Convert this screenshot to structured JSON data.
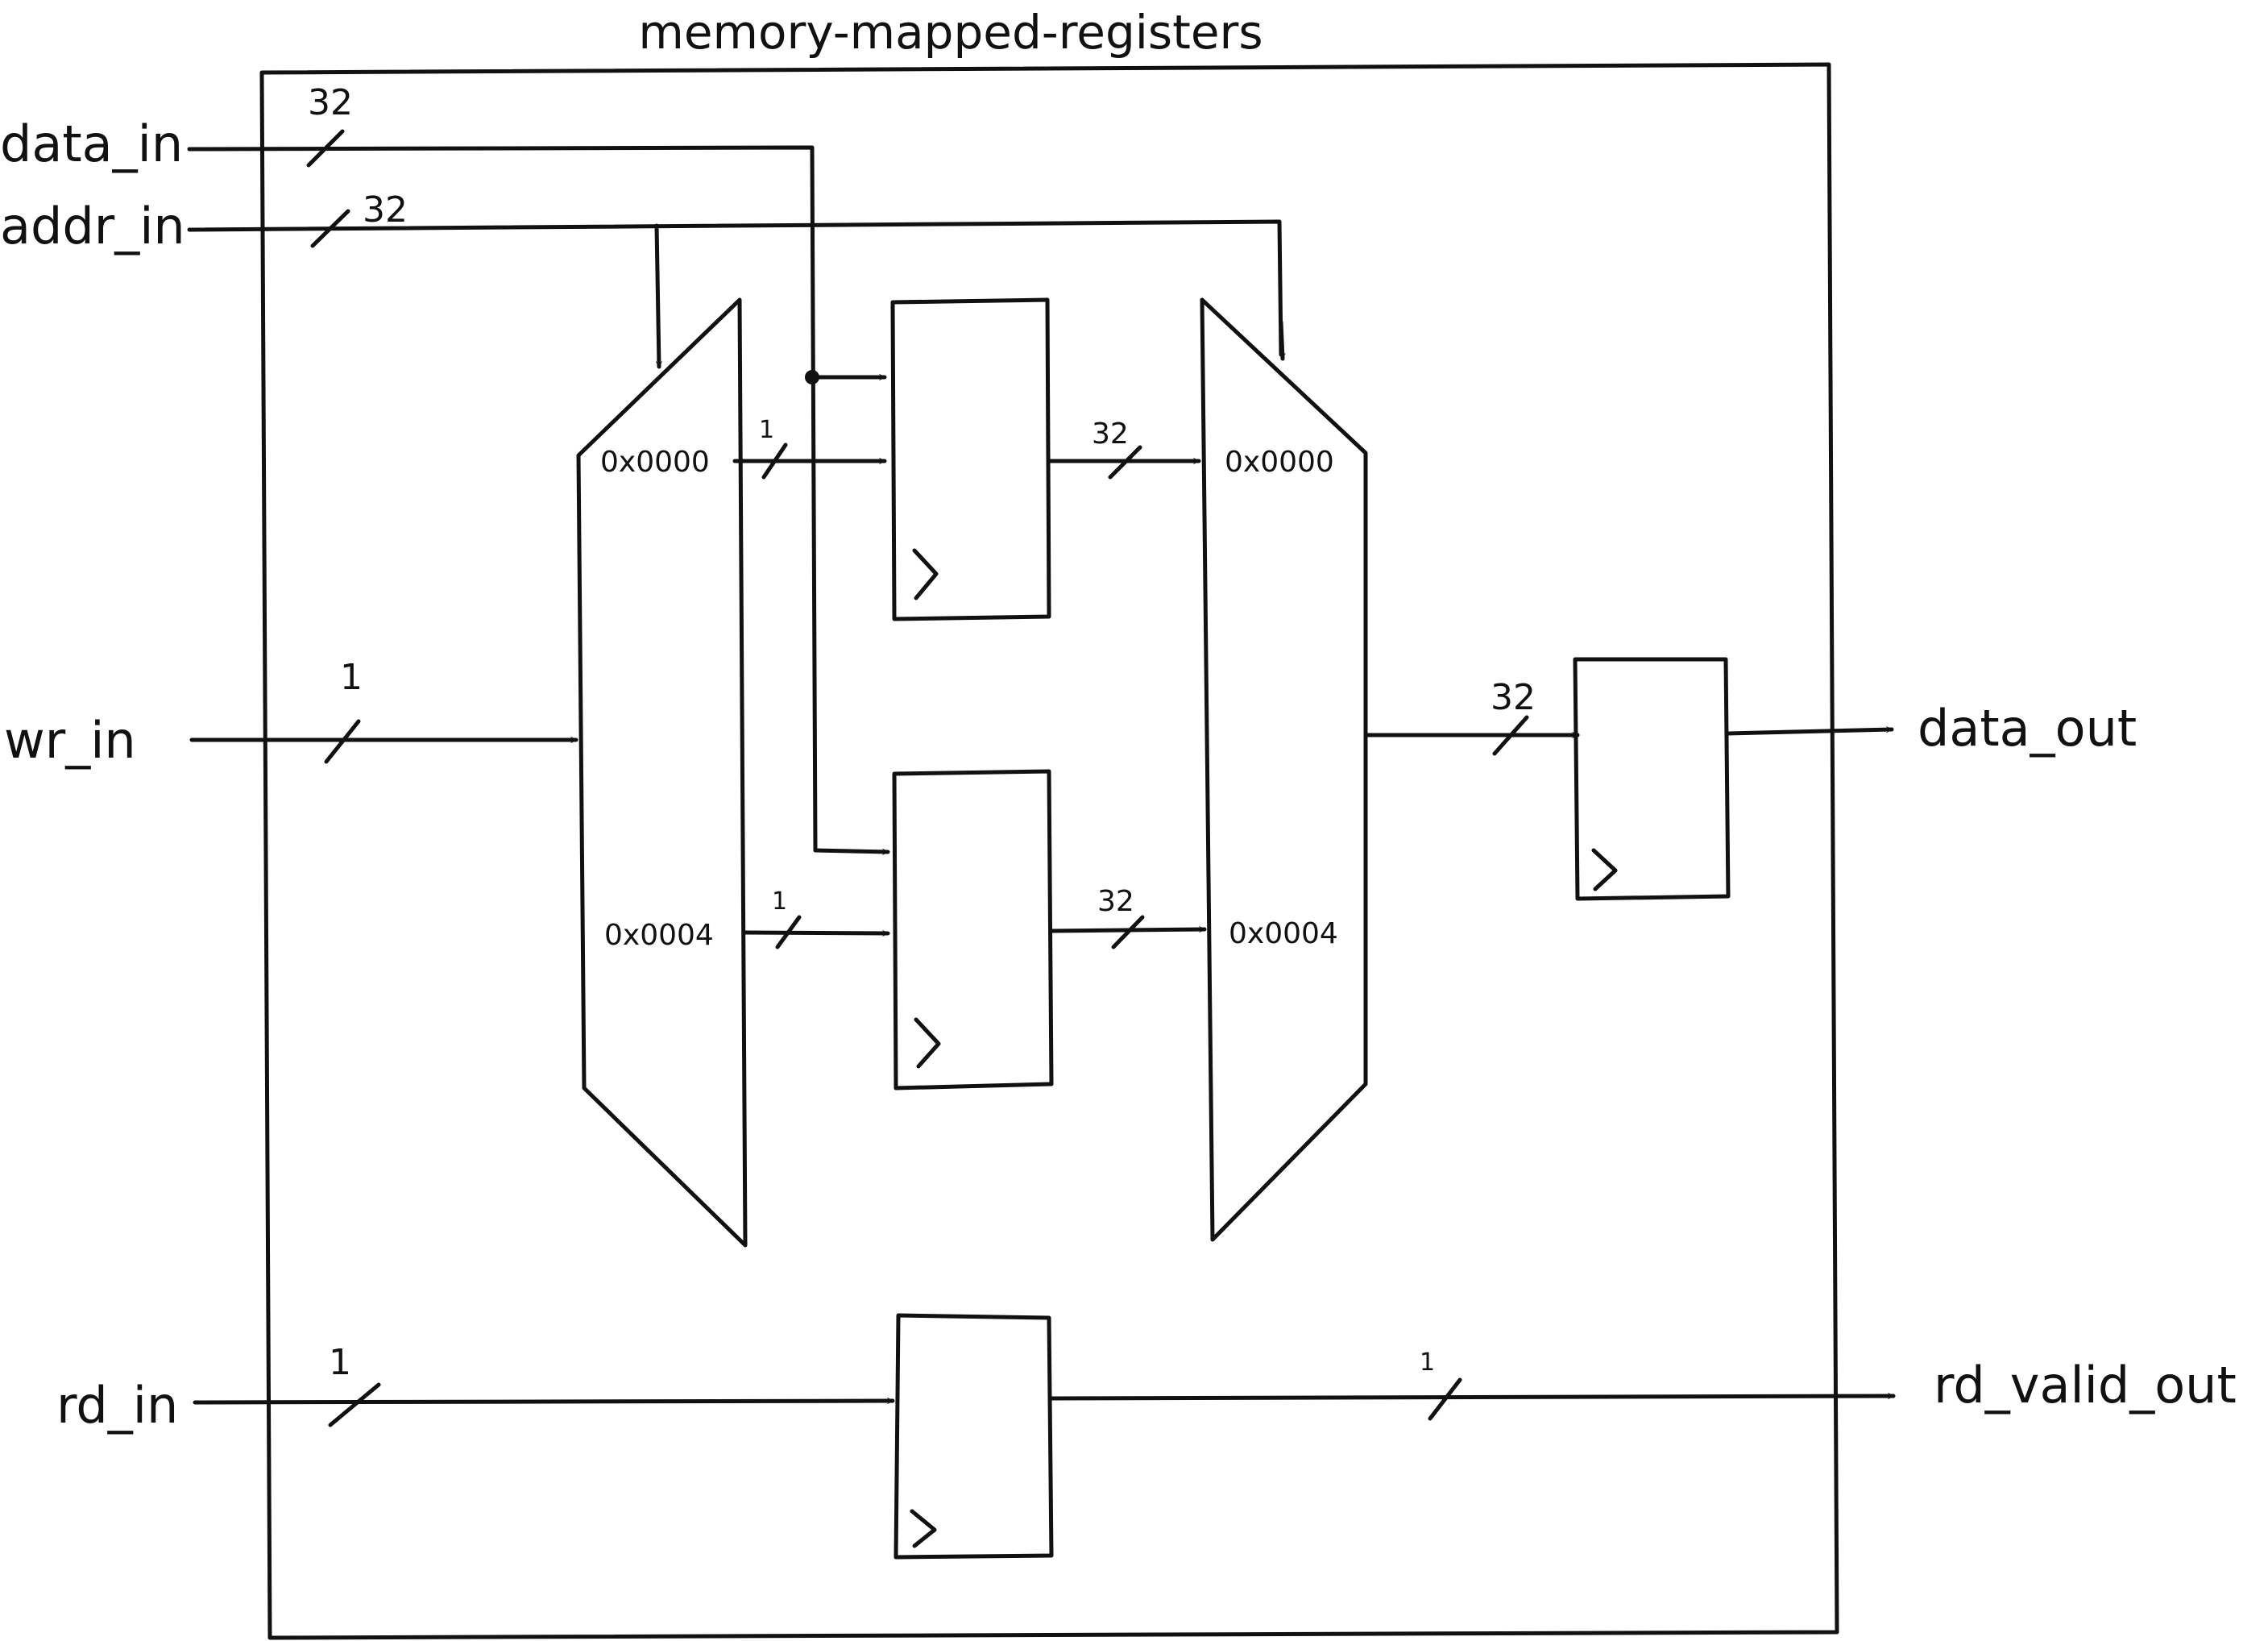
{
  "module": {
    "title": "memory-mapped-registers"
  },
  "inputs": {
    "data_in": {
      "name": "data_in",
      "width": "32"
    },
    "addr_in": {
      "name": "addr_in",
      "width": "32"
    },
    "wr_in": {
      "name": "wr_in",
      "width": "1"
    },
    "rd_in": {
      "name": "rd_in",
      "width": "1"
    }
  },
  "outputs": {
    "data_out": {
      "name": "data_out"
    },
    "rd_valid_out": {
      "name": "rd_valid_out"
    }
  },
  "demux": {
    "addr_0": "0x0000",
    "addr_1": "0x0004",
    "en_width_0": "1",
    "en_width_1": "1"
  },
  "mux": {
    "addr_0": "0x0000",
    "addr_1": "0x0004"
  },
  "registers": {
    "q_width_0": "32",
    "q_width_1": "32"
  },
  "output_reg": {
    "d_width": "32"
  },
  "rd_path": {
    "q_width": "1"
  }
}
